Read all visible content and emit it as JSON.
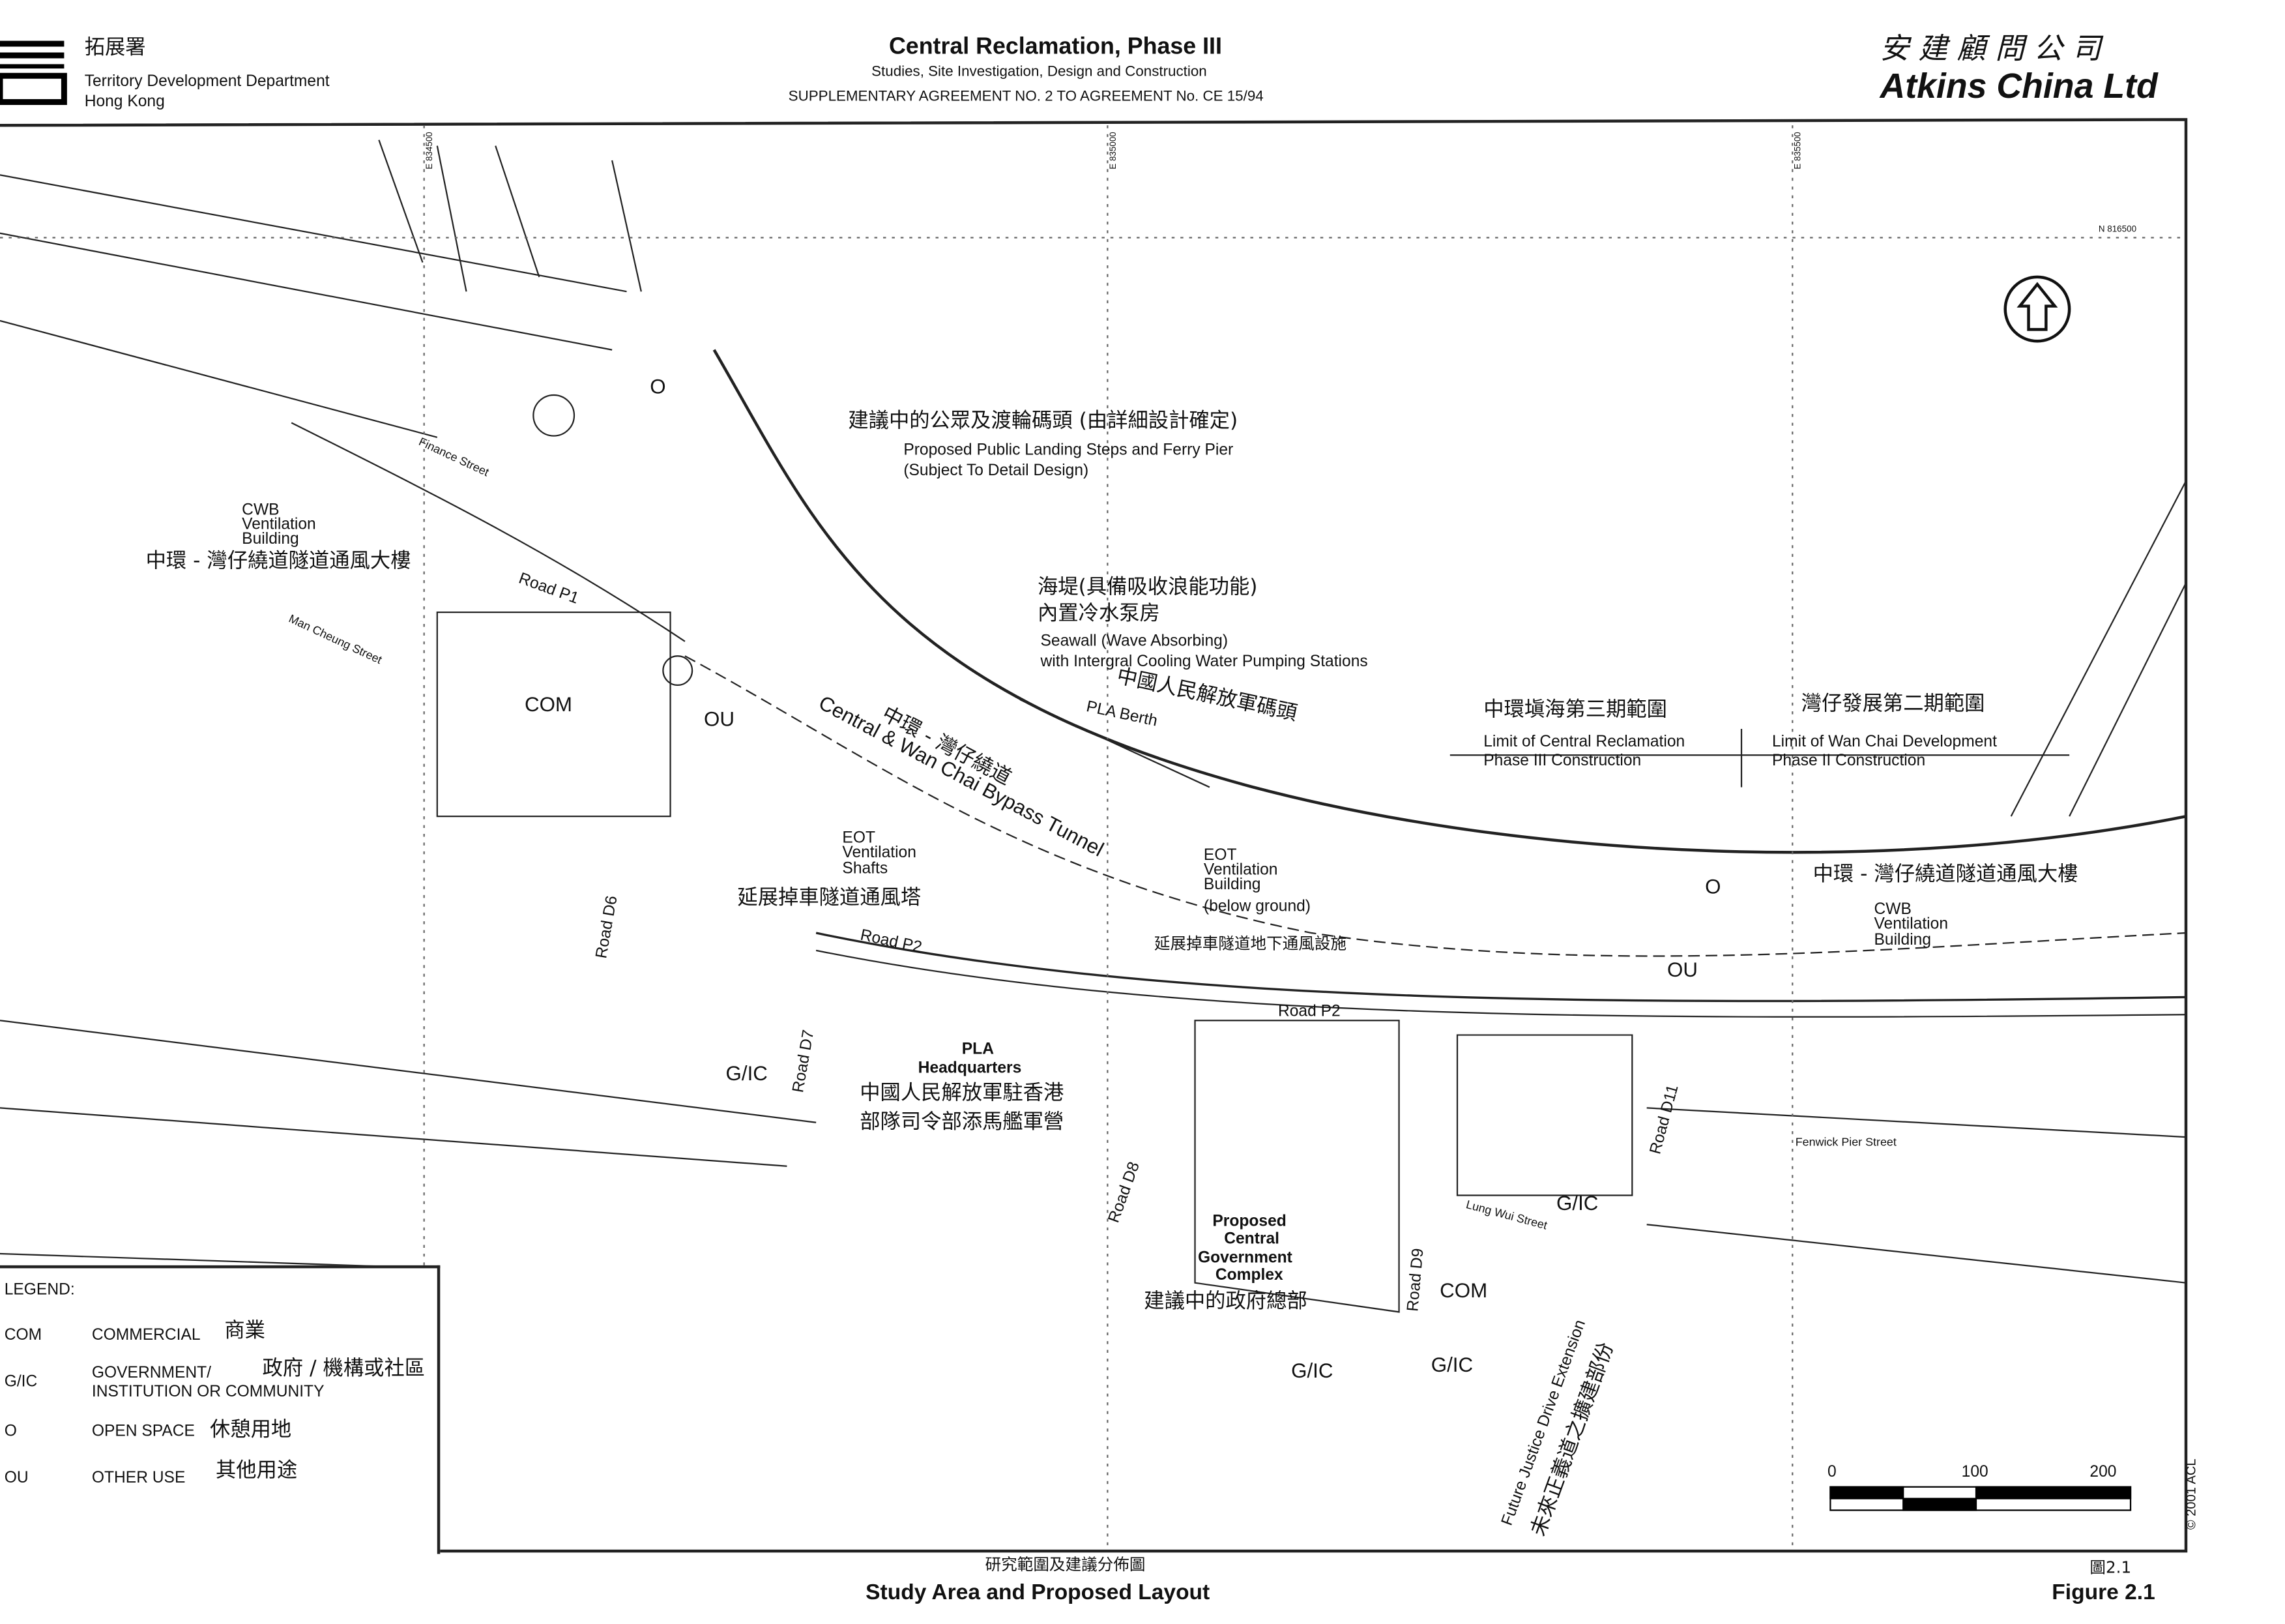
{
  "header": {
    "dept_cn": "拓展署",
    "dept_en": "Territory Development Department",
    "dept_city": "Hong Kong",
    "title": "Central Reclamation, Phase III",
    "subtitle": "Studies, Site Investigation, Design and Construction",
    "agreement": "SUPPLEMENTARY AGREEMENT NO. 2 TO AGREEMENT No. CE 15/94",
    "company_cn": "安 建 顧 問 公 司",
    "company_en": "Atkins China Ltd"
  },
  "grid": {
    "e1": "E 834500",
    "e2": "E 835000",
    "e3": "E 835500",
    "n1": "N 816500"
  },
  "labels": {
    "ferry_cn": "建議中的公眾及渡輪碼頭  (由詳細設計確定)",
    "ferry_en1": "Proposed Public Landing Steps and Ferry Pier",
    "ferry_en2": "(Subject To Detail Design)",
    "seawall_cn1": "海堤(具備吸收浪能功能)",
    "seawall_cn2": "內置冷水泵房",
    "seawall_en1": "Seawall (Wave Absorbing)",
    "seawall_en2": "with Intergral Cooling Water Pumping Stations",
    "pla_berth_cn": "中國人民解放軍碼頭",
    "pla_berth_en": "PLA Berth",
    "cwb_tunnel_cn": "中環 - 灣仔繞道",
    "cwb_tunnel_en": "Central & Wan Chai Bypass Tunnel",
    "limit_central_cn": "中環塡海第三期範圍",
    "limit_central_en1": "Limit of Central Reclamation",
    "limit_central_en2": "Phase III Construction",
    "limit_wanchai_cn": "灣仔發展第二期範圍",
    "limit_wanchai_en1": "Limit of Wan Chai Development",
    "limit_wanchai_en2": "Phase II Construction",
    "cwb_vent_w_en1": "CWB",
    "cwb_vent_w_en2": "Ventilation",
    "cwb_vent_w_en3": "Building",
    "cwb_vent_w_cn": "中環 - 灣仔繞道隧道通風大樓",
    "cwb_vent_e_cn": "中環 - 灣仔繞道隧道通風大樓",
    "cwb_vent_e_en1": "CWB",
    "cwb_vent_e_en2": "Ventilation",
    "cwb_vent_e_en3": "Building",
    "eot_shafts_en1": "EOT",
    "eot_shafts_en2": "Ventilation",
    "eot_shafts_en3": "Shafts",
    "eot_shafts_cn": "延展掉車隧道通風塔",
    "eot_bldg_en1": "EOT",
    "eot_bldg_en2": "Ventilation",
    "eot_bldg_en3": "Building",
    "eot_bldg_en4": "(below ground)",
    "eot_bldg_cn": "延展掉車隧道地下通風設施",
    "pla_hq_en1": "PLA",
    "pla_hq_en2": "Headquarters",
    "pla_hq_cn1": "中國人民解放軍駐香港",
    "pla_hq_cn2": "部隊司令部添馬艦軍營",
    "cgc_en1": "Proposed",
    "cgc_en2": "Central",
    "cgc_en3": "Government",
    "cgc_en4": "Complex",
    "cgc_cn": "建議中的政府總部",
    "road_p1": "Road P1",
    "road_p2a": "Road P2",
    "road_p2b": "Road P2",
    "road_d6": "Road D6",
    "road_d7": "Road D7",
    "road_d8": "Road D8",
    "road_d9": "Road D9",
    "road_d11": "Road D11",
    "man_cheung": "Man Cheung Street",
    "lung_wui": "Lung Wui Street",
    "fenwick": "Fenwick Pier Street",
    "finance": "Finance Street",
    "justice_en": "Future Justice Drive Extension",
    "justice_cn": "未來正義道之擴建部份",
    "zone_com1": "COM",
    "zone_com2": "COM",
    "zone_ou1": "OU",
    "zone_ou2": "OU",
    "zone_o1": "O",
    "zone_o2": "O",
    "zone_gic1": "G/IC",
    "zone_gic2": "G/IC",
    "zone_gic3": "G/IC",
    "zone_gic4": "G/IC"
  },
  "legend": {
    "title": "LEGEND:",
    "items": [
      {
        "code": "COM",
        "en": "COMMERCIAL",
        "en2": "",
        "cn": "商業"
      },
      {
        "code": "G/IC",
        "en": "GOVERNMENT/",
        "en2": "INSTITUTION OR COMMUNITY",
        "cn": "政府 / 機構或社區"
      },
      {
        "code": "O",
        "en": "OPEN SPACE",
        "en2": "",
        "cn": "休憩用地"
      },
      {
        "code": "OU",
        "en": "OTHER USE",
        "en2": "",
        "cn": "其他用途"
      }
    ]
  },
  "scale_bar": {
    "t0": "0",
    "t1": "100",
    "t2": "200"
  },
  "copyright": "© 2001 ACL",
  "footer": {
    "caption_cn": "研究範圍及建議分佈圖",
    "caption_en": "Study Area and Proposed Layout",
    "fig_cn": "圖2.1",
    "fig_en": "Figure 2.1"
  }
}
